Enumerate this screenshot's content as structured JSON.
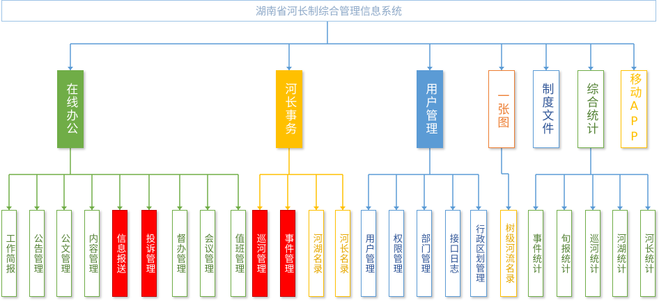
{
  "root": "湖南省河长制综合管理信息系统",
  "level1": {
    "online_office": "在线办公",
    "river_affairs": "河长事务",
    "user_mgmt": "用户管理",
    "one_map": "一张图",
    "regulations": "制度文件",
    "statistics": "综合统计",
    "mobile_app": "移动APP"
  },
  "online_office_children": [
    "工作简报",
    "公告管理",
    "公文管理",
    "内容管理",
    "信息报送",
    "投诉管理",
    "督办管理",
    "会议管理",
    "值班管理"
  ],
  "river_affairs_children": [
    "巡河管理",
    "事件管理",
    "河湖名录",
    "河长名录"
  ],
  "user_mgmt_children": [
    "用户管理",
    "权限管理",
    "部门管理",
    "接口日志",
    "行政区划管理"
  ],
  "one_map_children": [
    "树级河流名录"
  ],
  "statistics_children": [
    "事件统计",
    "旬报统计",
    "巡河统计",
    "河湖统计",
    "河长统计"
  ],
  "colors": {
    "green": "#70ad47",
    "yellow": "#ffc000",
    "blue": "#5b9bd5",
    "orange": "#ed7d31",
    "red": "#ff0000",
    "line": "#5b9bd5"
  }
}
